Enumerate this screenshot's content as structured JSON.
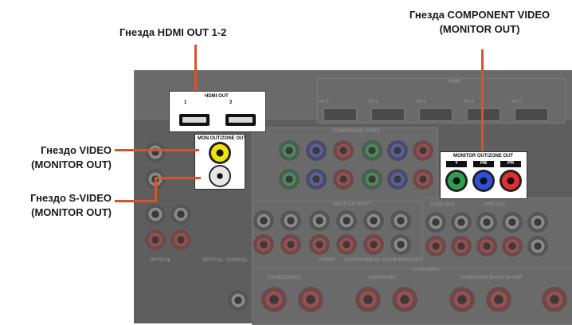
{
  "callouts": {
    "hdmi_out": "Гнезда HDMI OUT 1-2",
    "component_line1": "Гнезда COMPONENT VIDEO",
    "component_line2": "(MONITOR OUT)",
    "video_line1": "Гнездо VIDEO",
    "video_line2": "(MONITOR OUT)",
    "svideo_line1": "Гнездо S-VIDEO",
    "svideo_line2": "(MONITOR OUT)"
  },
  "hdmi_box": {
    "title": "HDMI OUT",
    "port1": "1",
    "port2": "2"
  },
  "mon_out_box": {
    "title": "MON.OUT/ZONE OUT"
  },
  "component_box": {
    "title": "MONITOR OUT/ZONE OUT",
    "labels": [
      "Y",
      "PB",
      "PR"
    ]
  },
  "panel_text": {
    "hdmi": "HDMI",
    "av_inputs": [
      "AV 1",
      "AV 2",
      "AV 3",
      "AV 4",
      "AV 5"
    ],
    "component_video": "COMPONENT VIDEO",
    "multi_ch_input": "MULTI CH INPUT",
    "zone_out": "ZONE OUT",
    "pre_out": "PRE OUT",
    "speakers": "SPEAKERS",
    "surround": "SURROUND",
    "zone_zone2": "ZONE2/ZONE3",
    "surround_back": "SURROUND BACK/ BI-AMP",
    "optical": "OPTICAL",
    "coaxial": "COAXIAL",
    "front": "FRONT",
    "sur_back": "SUR. BACK",
    "subwoofer": "SUBWOOFER"
  },
  "colors": {
    "leader": "#d9532a",
    "panel": "#5e5e5e"
  }
}
